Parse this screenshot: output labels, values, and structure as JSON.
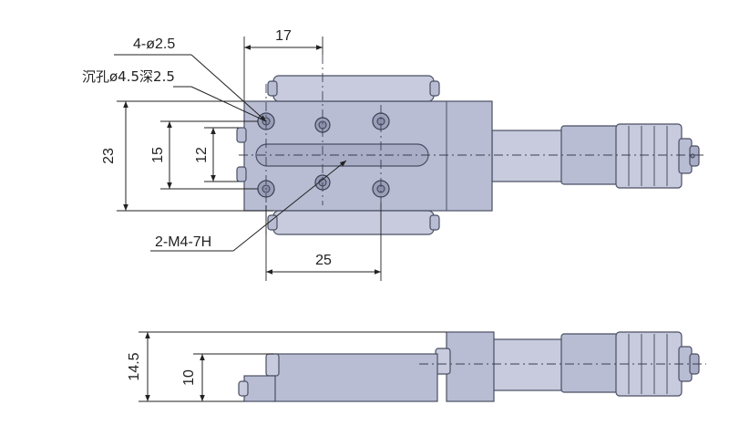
{
  "top_view": {
    "dim_width_top": "17",
    "dim_width_bottom": "25",
    "dim_height_overall": "23",
    "dim_height_holes": "15",
    "dim_height_slot": "12",
    "callout_holes": "4-ø2.5",
    "callout_counterbore": "沉孔ø4.5深2.5",
    "callout_tapped": "2-M4-7H"
  },
  "side_view": {
    "dim_height_overall": "14.5",
    "dim_height_body": "10"
  }
}
